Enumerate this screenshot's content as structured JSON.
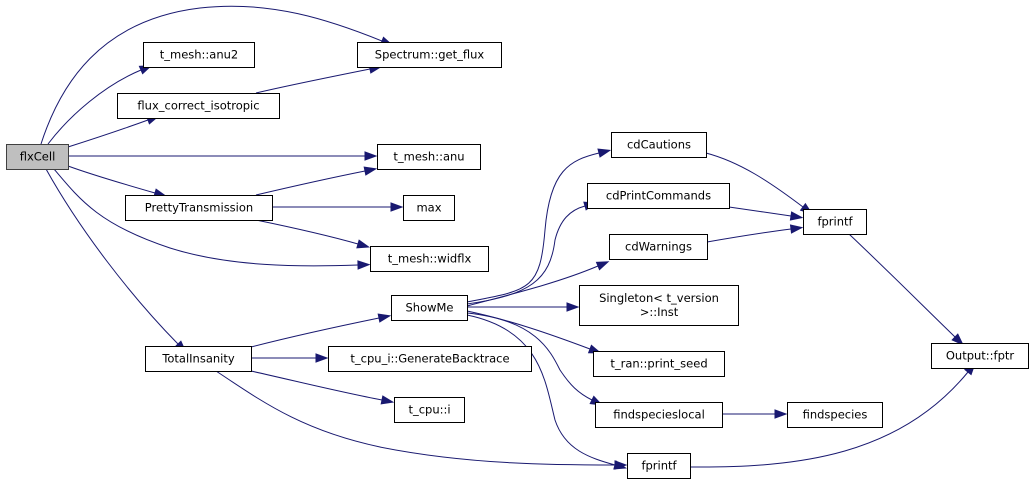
{
  "title": "flxCell call graph",
  "colors": {
    "edge": "#191970",
    "root_fill": "#bfbfbf",
    "node_fill": "#ffffff",
    "border": "#000000"
  },
  "nodes": [
    {
      "id": "flxCell",
      "label": [
        "flxCell"
      ],
      "root": true
    },
    {
      "id": "t_mesh_anu2",
      "label": [
        "t_mesh::anu2"
      ]
    },
    {
      "id": "spectrum_get_flux",
      "label": [
        "Spectrum::get_flux"
      ]
    },
    {
      "id": "flux_correct_isotropic",
      "label": [
        "flux_correct_isotropic"
      ]
    },
    {
      "id": "t_mesh_anu",
      "label": [
        "t_mesh::anu"
      ]
    },
    {
      "id": "pretty_transmission",
      "label": [
        "PrettyTransmission"
      ]
    },
    {
      "id": "max",
      "label": [
        "max"
      ]
    },
    {
      "id": "t_mesh_widflx",
      "label": [
        "t_mesh::widflx"
      ]
    },
    {
      "id": "total_insanity",
      "label": [
        "TotalInsanity"
      ]
    },
    {
      "id": "show_me",
      "label": [
        "ShowMe"
      ]
    },
    {
      "id": "t_cpu_i_generate_backtrace",
      "label": [
        "t_cpu_i::GenerateBacktrace"
      ]
    },
    {
      "id": "t_cpu_i",
      "label": [
        "t_cpu::i"
      ]
    },
    {
      "id": "cd_cautions",
      "label": [
        "cdCautions"
      ]
    },
    {
      "id": "cd_print_commands",
      "label": [
        "cdPrintCommands"
      ]
    },
    {
      "id": "cd_warnings",
      "label": [
        "cdWarnings"
      ]
    },
    {
      "id": "singleton_inst",
      "label": [
        "Singleton< t_version",
        ">::Inst"
      ]
    },
    {
      "id": "t_ran_print_seed",
      "label": [
        "t_ran::print_seed"
      ]
    },
    {
      "id": "findspecieslocal",
      "label": [
        "findspecieslocal"
      ]
    },
    {
      "id": "findspecies",
      "label": [
        "findspecies"
      ]
    },
    {
      "id": "fprintf_1",
      "label": [
        "fprintf"
      ]
    },
    {
      "id": "fprintf_2",
      "label": [
        "fprintf"
      ]
    },
    {
      "id": "output_fptr",
      "label": [
        "Output::fptr"
      ]
    }
  ],
  "edges": [
    [
      "flxCell",
      "spectrum_get_flux"
    ],
    [
      "flxCell",
      "t_mesh_anu2"
    ],
    [
      "flxCell",
      "flux_correct_isotropic"
    ],
    [
      "flxCell",
      "t_mesh_anu"
    ],
    [
      "flxCell",
      "pretty_transmission"
    ],
    [
      "flxCell",
      "t_mesh_widflx"
    ],
    [
      "flxCell",
      "total_insanity"
    ],
    [
      "flux_correct_isotropic",
      "spectrum_get_flux"
    ],
    [
      "pretty_transmission",
      "t_mesh_anu"
    ],
    [
      "pretty_transmission",
      "max"
    ],
    [
      "pretty_transmission",
      "t_mesh_widflx"
    ],
    [
      "total_insanity",
      "show_me"
    ],
    [
      "total_insanity",
      "t_cpu_i_generate_backtrace"
    ],
    [
      "total_insanity",
      "t_cpu_i"
    ],
    [
      "total_insanity",
      "fprintf_2"
    ],
    [
      "show_me",
      "cd_cautions"
    ],
    [
      "show_me",
      "cd_print_commands"
    ],
    [
      "show_me",
      "cd_warnings"
    ],
    [
      "show_me",
      "singleton_inst"
    ],
    [
      "show_me",
      "t_ran_print_seed"
    ],
    [
      "show_me",
      "findspecieslocal"
    ],
    [
      "show_me",
      "fprintf_2"
    ],
    [
      "cd_cautions",
      "fprintf_1"
    ],
    [
      "cd_print_commands",
      "fprintf_1"
    ],
    [
      "cd_warnings",
      "fprintf_1"
    ],
    [
      "findspecieslocal",
      "findspecies"
    ],
    [
      "fprintf_1",
      "output_fptr"
    ],
    [
      "fprintf_2",
      "output_fptr"
    ]
  ]
}
